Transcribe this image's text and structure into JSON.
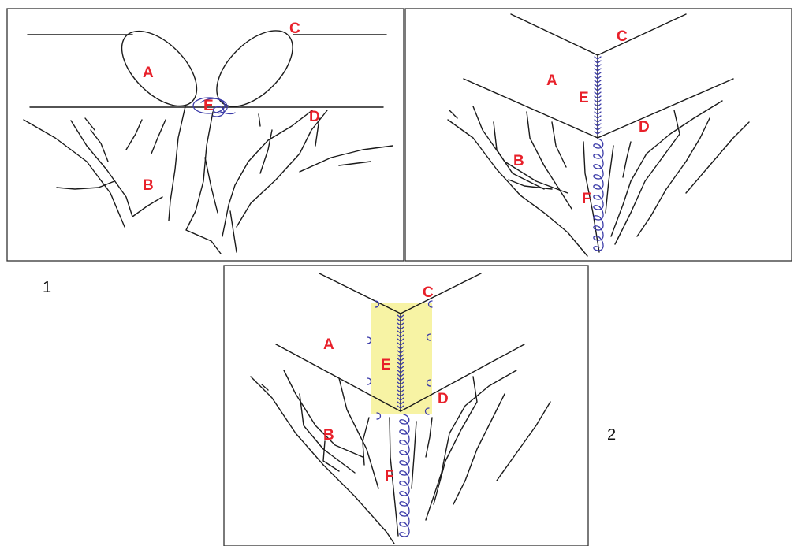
{
  "colors": {
    "label": "#e8202a",
    "suture": "#3b3ba8",
    "highlight": "#f7f3a4",
    "line": "#1a1a1a"
  },
  "panel1": {
    "labels": {
      "a": "A",
      "b": "B",
      "c": "C",
      "d": "D",
      "e": "E"
    }
  },
  "panel2": {
    "labels": {
      "a": "A",
      "b": "B",
      "c": "C",
      "d": "D",
      "e": "E",
      "f": "F"
    }
  },
  "panel3": {
    "labels": {
      "a": "A",
      "b": "B",
      "c": "C",
      "d": "D",
      "e": "E",
      "f": "F"
    }
  },
  "numbers": {
    "step1": "1",
    "step2": "2"
  }
}
